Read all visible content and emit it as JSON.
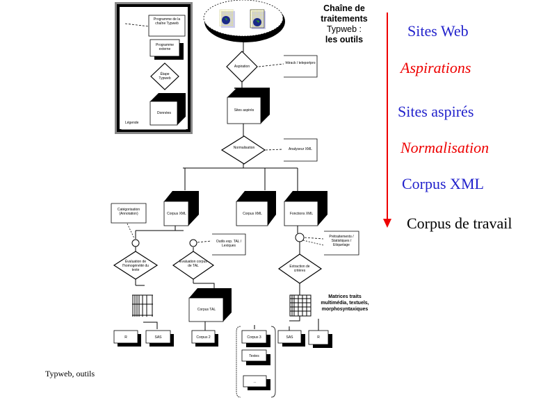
{
  "diagram": {
    "title_lines": [
      "Chaîne de",
      "traitements",
      "Typweb :",
      "les outils"
    ],
    "footer_caption": "Typweb, outils",
    "legend_box": {
      "label": "Légende",
      "items": {
        "program": "Programme de la chaîne Typweb",
        "external_program": "Programme externe",
        "step": "Étape Typweb",
        "data": "Données"
      }
    },
    "nodes": {
      "aspiration": "Aspiration",
      "aspiration_tool": "httrack / teleportpro",
      "sites_aspires": "Sites aspirés",
      "normalisation": "Normalisation",
      "normalisation_tool": "Analyseur XML",
      "corpus_xml": "Corpus XML",
      "corpus_tal": "Corpus TAL",
      "corpus_xml_2": "Corpus XML",
      "corpus_xml_3": "Fonctions XML",
      "tool_left": "Catégorisation (Annotation)",
      "tool_mid": "Outils exp. TAL / Lexiques",
      "tool_right": "Prétraitements / Statistiques / Etiquetage",
      "eval_left": "Évaluation de l'homogénéité du texte",
      "eval_mid": "Évaluation corpus de TAL",
      "eval_right": "Extraction de critères",
      "matrix_caption": "Matrices traits multimédia, textuels, morphosyntaxiques",
      "out_r": "R",
      "out_sas_left": "SAS",
      "out_nettoyes": "Corpus 2",
      "out_group_1": "Corpus 3",
      "out_group_2": "Textes",
      "out_group_3": "...",
      "out_sas_right": "SAS",
      "out_r_right": "R"
    }
  },
  "pipeline": {
    "steps": [
      {
        "label": "Sites Web",
        "color": "#2222cc",
        "italic": false
      },
      {
        "label": "Aspirations",
        "color": "#ee0000",
        "italic": true
      },
      {
        "label": "Sites aspirés",
        "color": "#2222cc",
        "italic": false
      },
      {
        "label": "Normalisation",
        "color": "#ee0000",
        "italic": true
      },
      {
        "label": "Corpus XML",
        "color": "#2222cc",
        "italic": false
      },
      {
        "label": "Corpus de travail",
        "color": "#000000",
        "italic": false
      }
    ],
    "arrow_color": "#ee0000"
  }
}
